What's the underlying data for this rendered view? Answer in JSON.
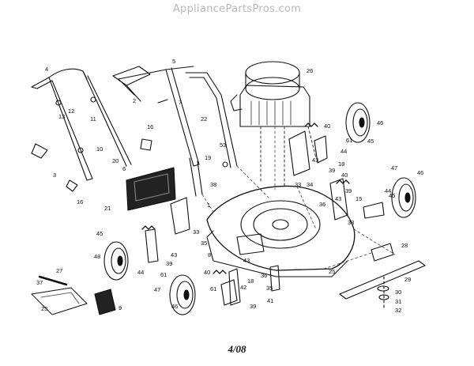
{
  "watermark": "AppliancePartsPros.com",
  "footer": "4/08",
  "callouts": [
    "1",
    "2",
    "3",
    "4",
    "5",
    "6",
    "7",
    "8",
    "9",
    "10",
    "11",
    "12",
    "13",
    "15",
    "16",
    "16",
    "18",
    "18",
    "19",
    "20",
    "21",
    "22",
    "23",
    "25",
    "26",
    "27",
    "28",
    "29",
    "30",
    "31",
    "32",
    "33",
    "33",
    "33",
    "34",
    "35",
    "35",
    "36",
    "36",
    "37",
    "38",
    "39",
    "39",
    "39",
    "39",
    "40",
    "40",
    "40",
    "41",
    "42",
    "43",
    "43",
    "43",
    "43",
    "44",
    "44",
    "44",
    "45",
    "45",
    "45",
    "46",
    "46",
    "46",
    "47",
    "47",
    "48",
    "53",
    "61",
    "61",
    "61"
  ]
}
